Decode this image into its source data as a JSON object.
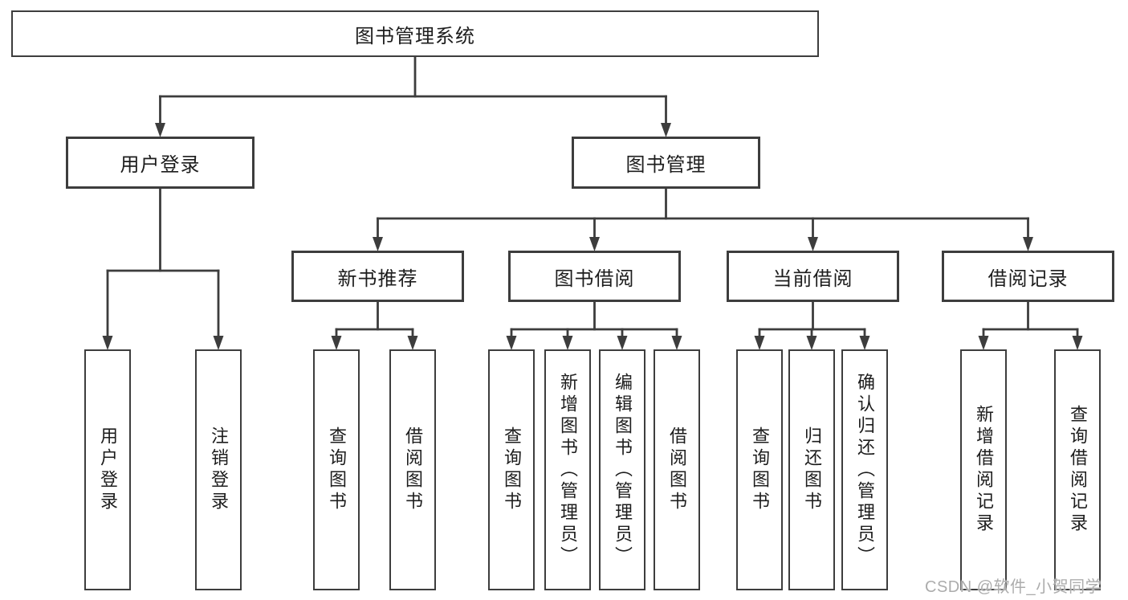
{
  "diagram": {
    "root": {
      "label": "图书管理系统"
    },
    "branches": [
      {
        "label": "用户登录",
        "children": [
          {
            "label": "用户登录"
          },
          {
            "label": "注销登录"
          }
        ]
      },
      {
        "label": "图书管理",
        "children": [
          {
            "label": "新书推荐",
            "children": [
              {
                "label": "查询图书"
              },
              {
                "label": "借阅图书"
              }
            ]
          },
          {
            "label": "图书借阅",
            "children": [
              {
                "label": "查询图书"
              },
              {
                "label": "新增图书（管理员）"
              },
              {
                "label": "编辑图书（管理员）"
              },
              {
                "label": "借阅图书"
              }
            ]
          },
          {
            "label": "当前借阅",
            "children": [
              {
                "label": "查询图书"
              },
              {
                "label": "归还图书"
              },
              {
                "label": "确认归还（管理员）"
              }
            ]
          },
          {
            "label": "借阅记录",
            "children": [
              {
                "label": "新增借阅记录"
              },
              {
                "label": "查询借阅记录"
              }
            ]
          }
        ]
      }
    ]
  },
  "colors": {
    "line": "#3d3d3d",
    "box_border": "#3d3d3d",
    "text": "#1d1d1d",
    "watermark": "#9e9e9e"
  },
  "watermark": {
    "text": "CSDN @软件_小贺同学"
  }
}
